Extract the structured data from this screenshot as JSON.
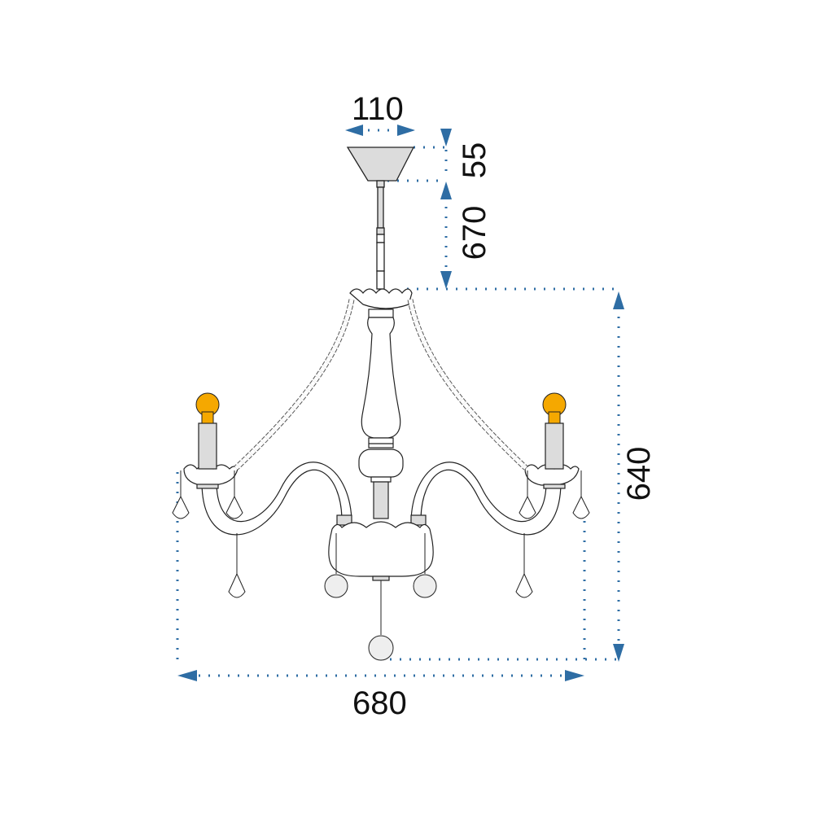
{
  "diagram": {
    "subject": "Chandelier with 3 arms, crystal drops and bead chains",
    "units": "mm",
    "colors": {
      "dimension_line": "#2e6da4",
      "outline": "#222222",
      "fill_grey": "#dcdcdc",
      "bulb": "#f5a800",
      "background": "#ffffff"
    },
    "dimensions": {
      "canopy_width": {
        "label": "110",
        "orientation": "horizontal"
      },
      "canopy_height": {
        "label": "55",
        "orientation": "vertical"
      },
      "rod_length": {
        "label": "670",
        "orientation": "vertical"
      },
      "body_height": {
        "label": "640",
        "orientation": "vertical"
      },
      "overall_width": {
        "label": "680",
        "orientation": "horizontal"
      }
    },
    "components": [
      "ceiling-canopy",
      "suspension-rod",
      "central-column",
      "three-curved-arms",
      "candle-sockets",
      "bulbs",
      "bead-chains",
      "teardrop-crystals",
      "ball-crystals"
    ]
  }
}
